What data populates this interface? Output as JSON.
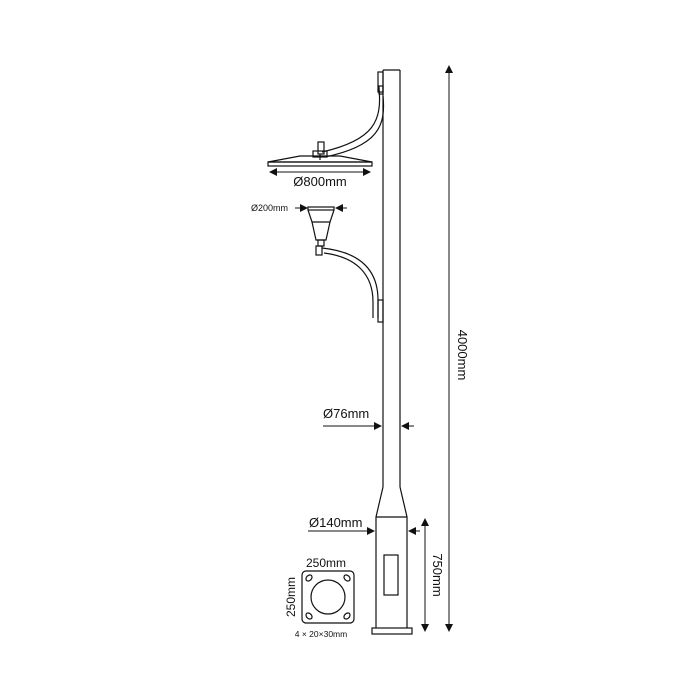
{
  "diagram": {
    "line_color": "#111111",
    "background": "#ffffff",
    "dimensions": {
      "lamp_top_diameter": "Ø800mm",
      "lamp_bottom_diameter": "Ø200mm",
      "pole_diameter": "Ø76mm",
      "base_diameter": "Ø140mm",
      "total_height": "4000mm",
      "base_height": "750mm",
      "plate_width": "250mm",
      "plate_height": "250mm",
      "anchor_holes": "4 × 20×30mm"
    }
  }
}
